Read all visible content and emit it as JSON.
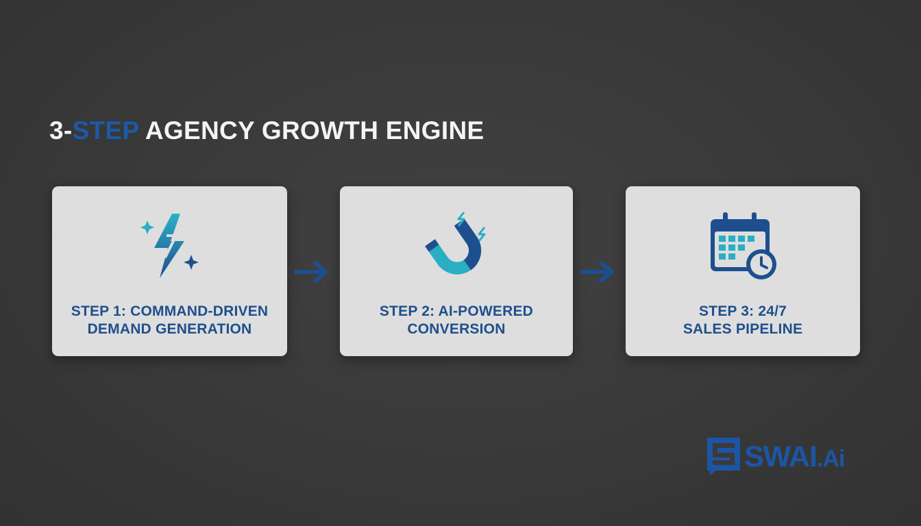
{
  "title": {
    "prefix": "3-",
    "accent": "STEP",
    "rest": " AGENCY GROWTH ENGINE"
  },
  "steps": [
    {
      "line1": "STEP 1: COMMAND-DRIVEN",
      "line2": "DEMAND GENERATION",
      "icon": "lightning-sparkle-icon"
    },
    {
      "line1": "STEP 2: AI-POWERED",
      "line2": "CONVERSION",
      "icon": "magnet-icon"
    },
    {
      "line1": "STEP 3: 24/7",
      "line2": "SALES PIPELINE",
      "icon": "calendar-clock-icon"
    }
  ],
  "logo": {
    "main": "SWAI",
    "suffix": ".Ai"
  },
  "colors": {
    "background": "#3a3a3a",
    "card": "#dedede",
    "navy": "#1f4f8c",
    "teal": "#2aaec4",
    "title": "#f4f4f4"
  }
}
